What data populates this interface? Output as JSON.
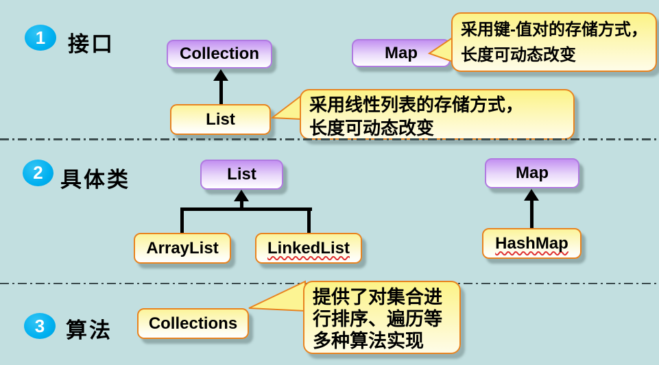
{
  "sections": [
    {
      "number": "1",
      "title": "接口"
    },
    {
      "number": "2",
      "title": "具体类"
    },
    {
      "number": "3",
      "title": "算法"
    }
  ],
  "nodes": {
    "collection": "Collection",
    "list_interface": "List",
    "map_interface": "Map",
    "list_class": "List",
    "arraylist": "ArrayList",
    "linkedlist": "LinkedList",
    "map_class": "Map",
    "hashmap": "HashMap",
    "collections": "Collections"
  },
  "callouts": {
    "map": {
      "lines": [
        "采用键-值对的存储方式，",
        "长度可动态改变"
      ]
    },
    "list": {
      "lines": [
        "采用线性列表的存储方式，",
        "长度可动态改变"
      ]
    },
    "collections": {
      "lines": [
        "提供了对集合进",
        "行排序、遍历等",
        "多种算法实现"
      ]
    }
  },
  "colors": {
    "background": "#c2dfe0",
    "badge": "#00b0f0",
    "interface_box_top": "#c391f1",
    "interface_box_border": "#b07ae0",
    "class_box_top": "#fcf49b",
    "class_box_border": "#e8831f",
    "callout_top": "#fcf386",
    "divider": "#3b4b4d",
    "arrow": "#000000",
    "misspell_underline": "#e03030"
  }
}
